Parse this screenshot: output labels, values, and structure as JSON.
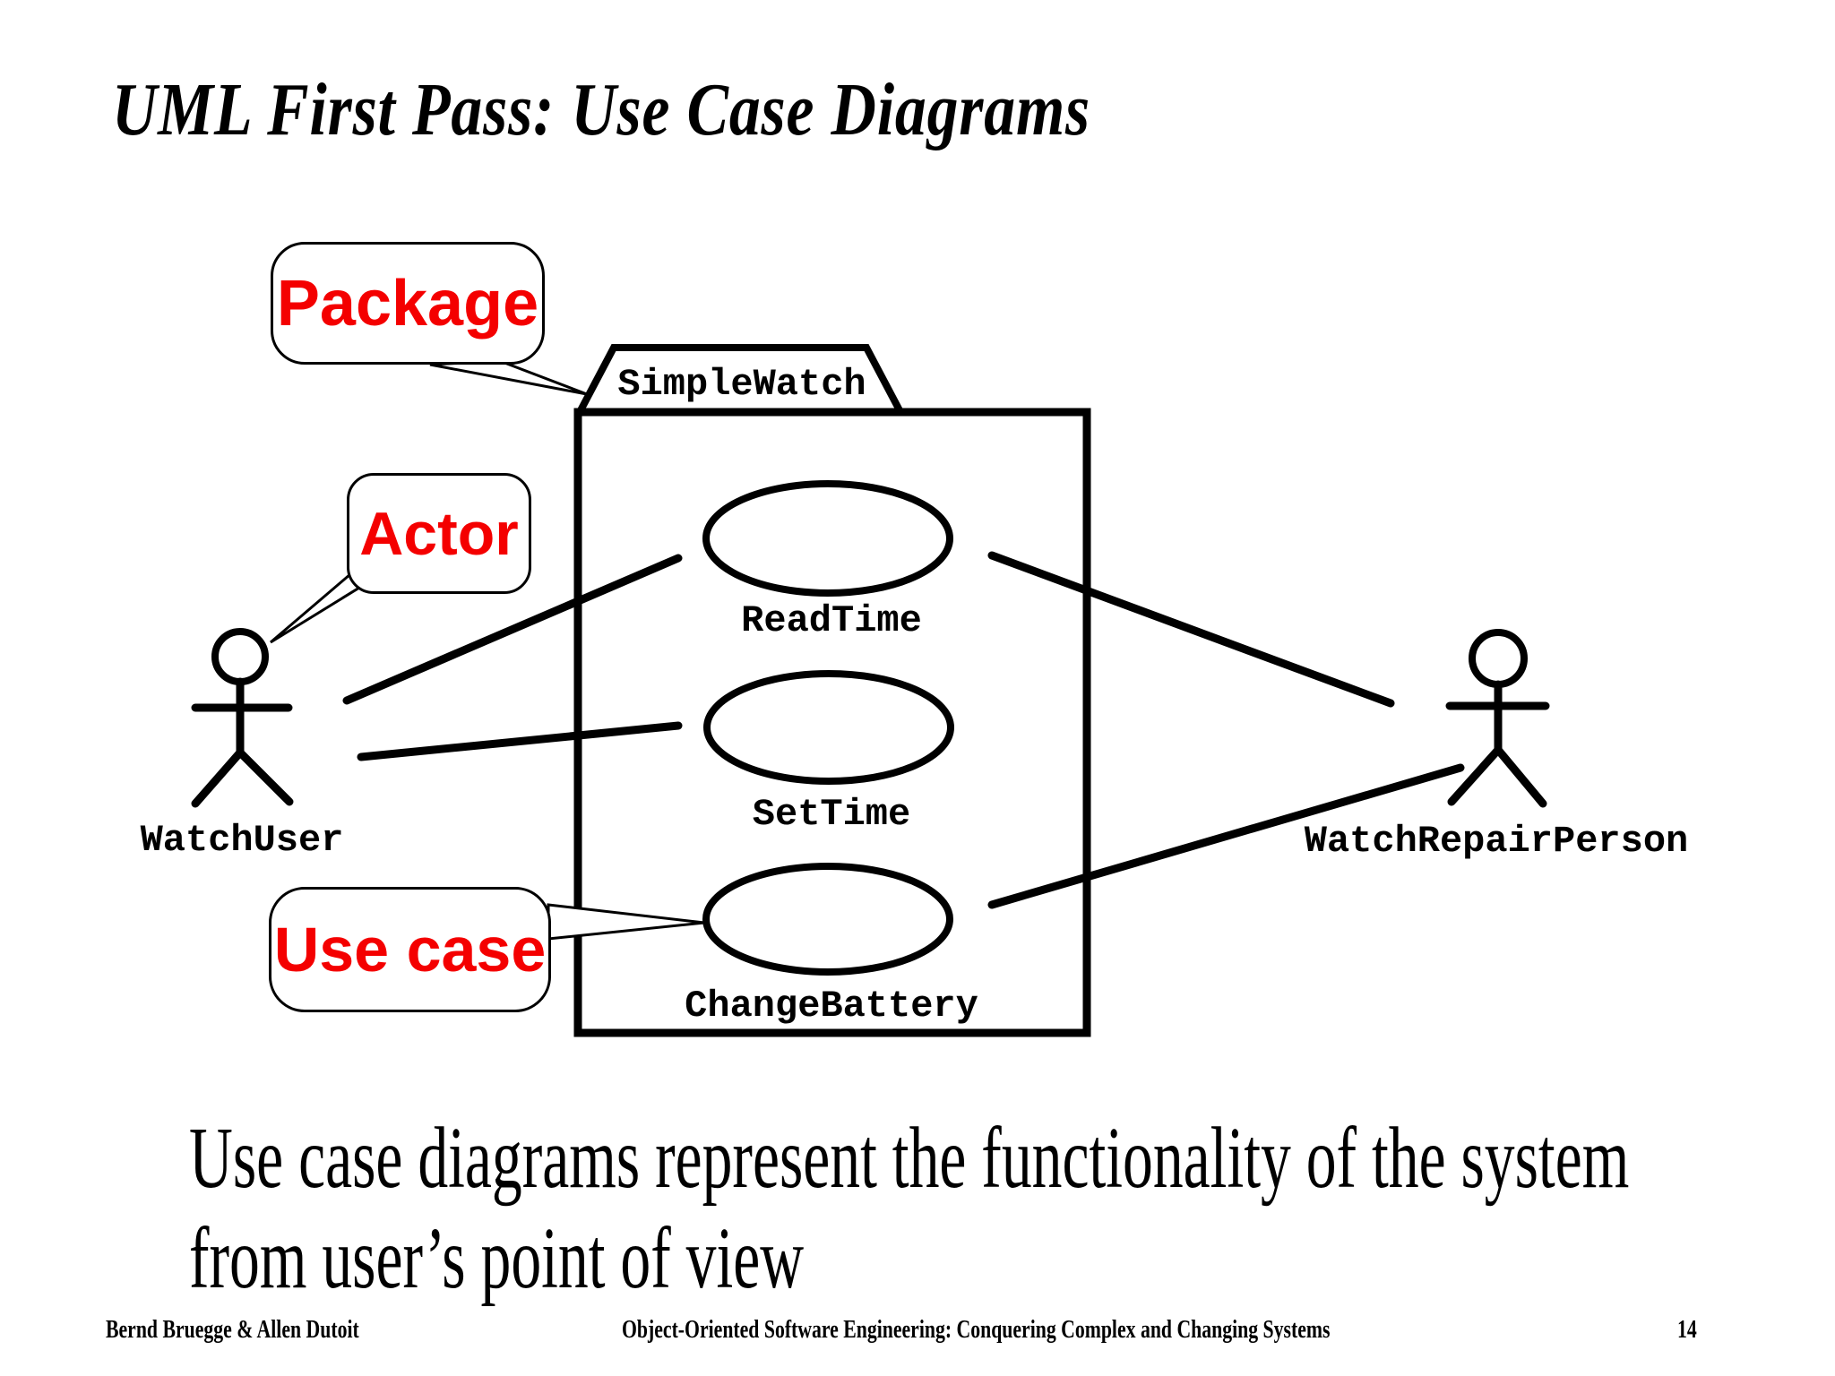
{
  "slide": {
    "title": "UML First Pass: Use Case Diagrams",
    "callouts": {
      "package": "Package",
      "actor": "Actor",
      "use_case": "Use case"
    },
    "package_name": "SimpleWatch",
    "use_cases": [
      "ReadTime",
      "SetTime",
      "ChangeBattery"
    ],
    "actors": [
      "WatchUser",
      "WatchRepairPerson"
    ],
    "body_line1": "Use case diagrams represent the functionality of the system",
    "body_line2": "from user’s point of view",
    "footer": {
      "left": "Bernd Bruegge & Allen Dutoit",
      "center": "Object-Oriented Software Engineering: Conquering Complex and Changing Systems",
      "page": "14"
    },
    "colors": {
      "callout_red": "#f40000",
      "ink": "#000000"
    }
  }
}
